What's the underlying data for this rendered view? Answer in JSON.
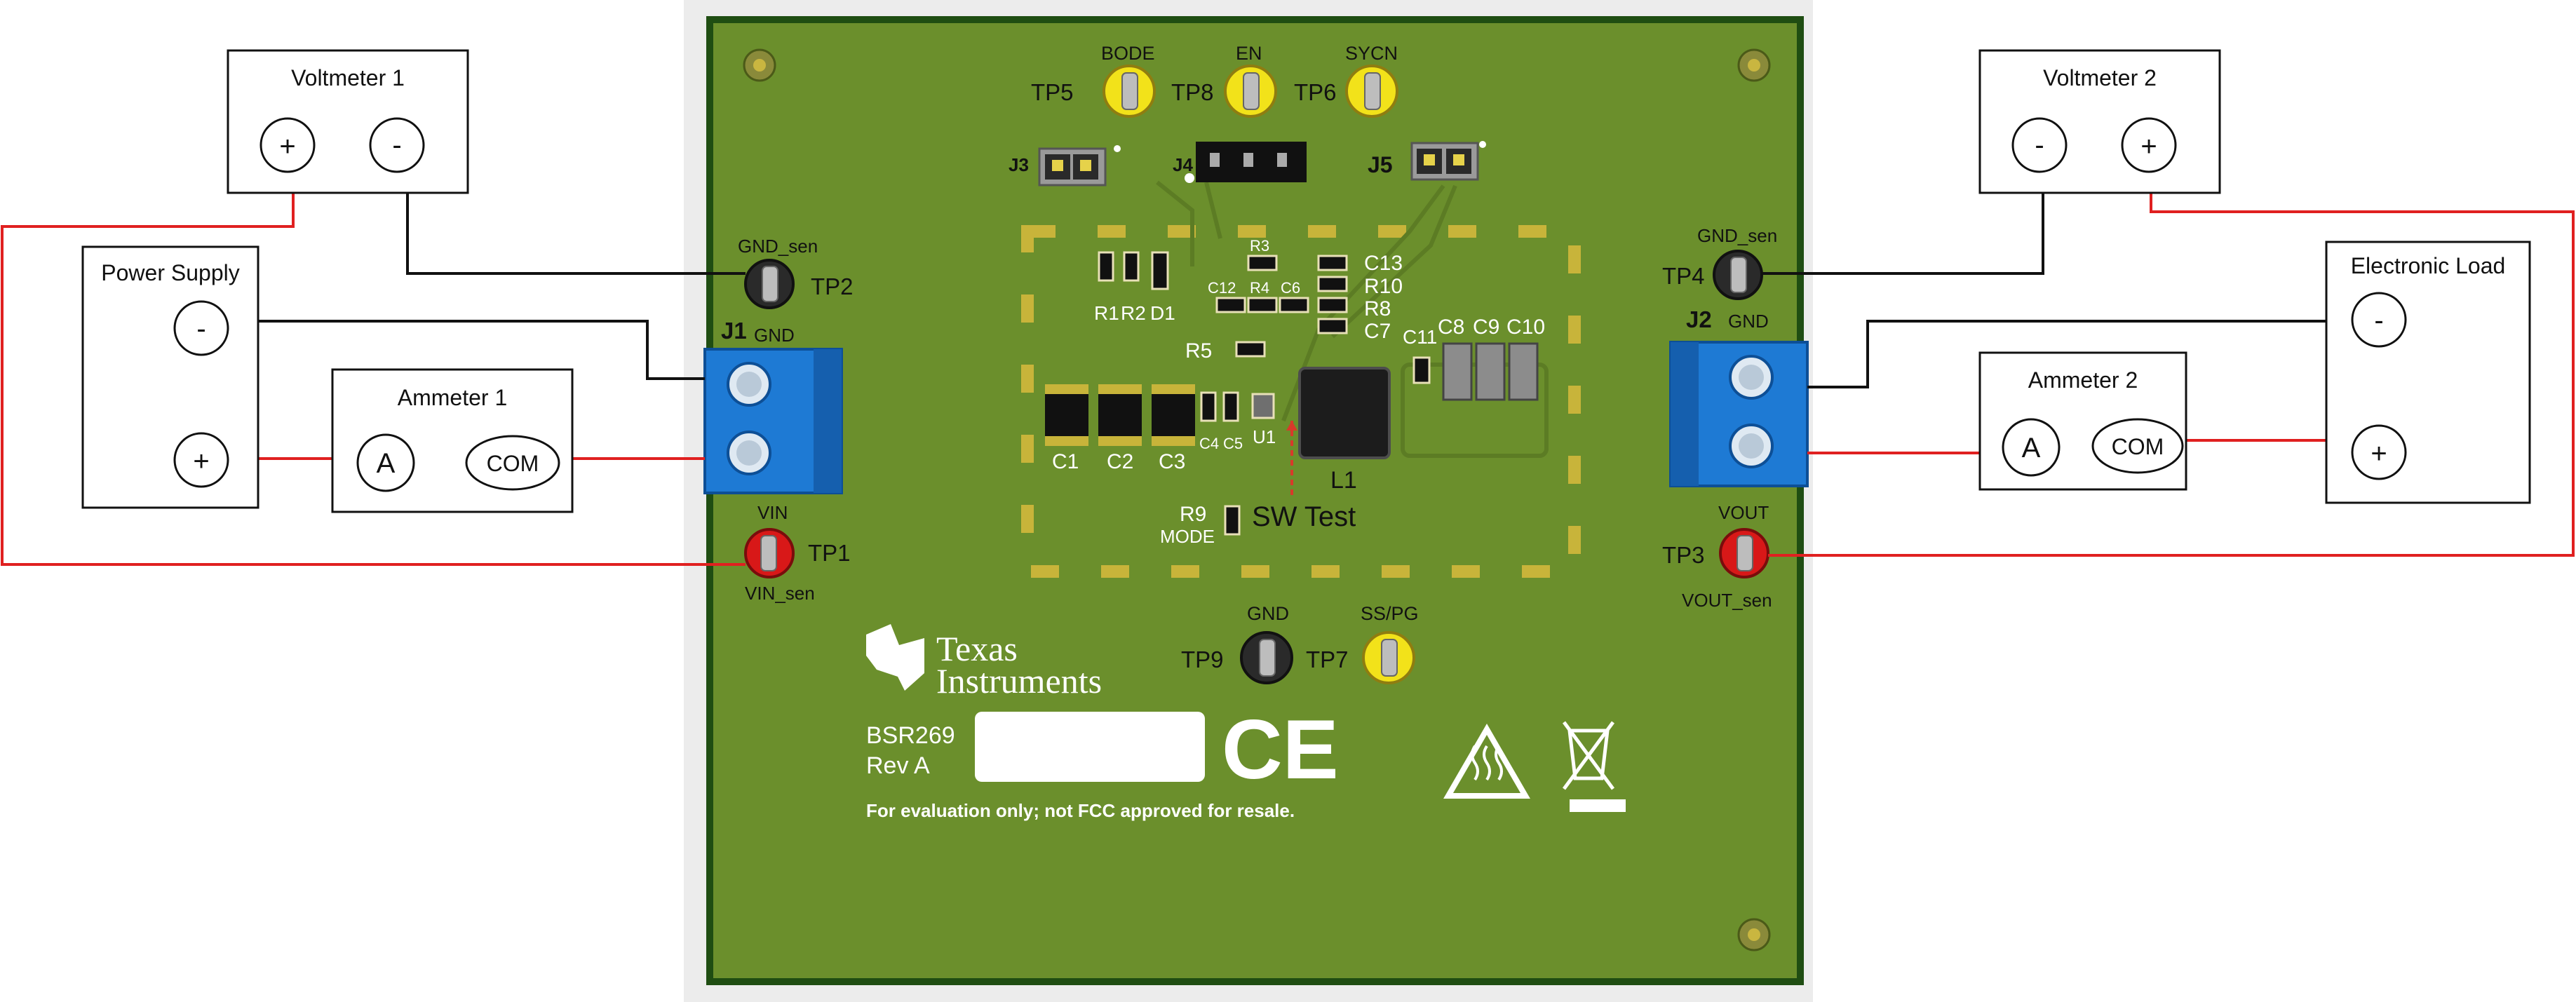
{
  "instruments": {
    "voltmeter1": {
      "title": "Voltmeter 1",
      "plus": "+",
      "minus": "-"
    },
    "voltmeter2": {
      "title": "Voltmeter 2",
      "plus": "+",
      "minus": "-"
    },
    "power_supply": {
      "title": "Power Supply",
      "plus": "+",
      "minus": "-"
    },
    "ammeter1": {
      "title": "Ammeter 1",
      "a": "A",
      "com": "COM"
    },
    "ammeter2": {
      "title": "Ammeter 2",
      "a": "A",
      "com": "COM"
    },
    "eload": {
      "title": "Electronic Load",
      "plus": "+",
      "minus": "-"
    }
  },
  "board": {
    "test_points": {
      "tp1": "TP1",
      "tp1_top": "VIN",
      "tp1_bottom": "VIN_sen",
      "tp2": "TP2",
      "tp2_top": "GND_sen",
      "tp3": "TP3",
      "tp3_top": "VOUT",
      "tp3_bottom": "VOUT_sen",
      "tp4": "TP4",
      "tp4_top": "GND_sen",
      "tp5": "TP5",
      "tp5_top": "BODE",
      "tp6": "TP6",
      "tp6_top": "SYCN",
      "tp7": "TP7",
      "tp7_top": "SS/PG",
      "tp8": "TP8",
      "tp8_top": "EN",
      "tp9": "TP9",
      "tp9_top": "GND"
    },
    "connectors": {
      "j1": "J1",
      "j1_gnd": "GND",
      "j2": "J2",
      "j2_gnd": "GND",
      "j3": "J3",
      "j4": "J4",
      "j5": "J5"
    },
    "components": {
      "c1": "C1",
      "c2": "C2",
      "c3": "C3",
      "c4": "C4",
      "c5": "C5",
      "c6": "C6",
      "c7": "C7",
      "c8": "C8",
      "c9": "C9",
      "c10": "C10",
      "c11": "C11",
      "c12": "C12",
      "c13": "C13",
      "r1": "R1",
      "r2": "R2",
      "r3": "R3",
      "r4": "R4",
      "r5": "R5",
      "r8": "R8",
      "r9": "R9",
      "r10": "R10",
      "d1": "D1",
      "u1": "U1",
      "l1": "L1",
      "mode": "MODE",
      "sw_test": "SW Test"
    },
    "logo_line1": "Texas",
    "logo_line2": "Instruments",
    "board_name": "BSR269",
    "revision": "Rev A",
    "ce_mark": "CE",
    "disclaimer": "For evaluation only; not FCC approved for resale."
  },
  "colors": {
    "board_green": "#6b8f2c",
    "board_border": "#1f4d12",
    "silk_yellow": "#c8b43a",
    "wire_red": "#e02020",
    "wire_black": "#111111",
    "terminal_blue": "#1e7ad4",
    "tp_yellow": "#f2e21a",
    "tp_red": "#d81818",
    "tp_black": "#2a2a2a"
  }
}
